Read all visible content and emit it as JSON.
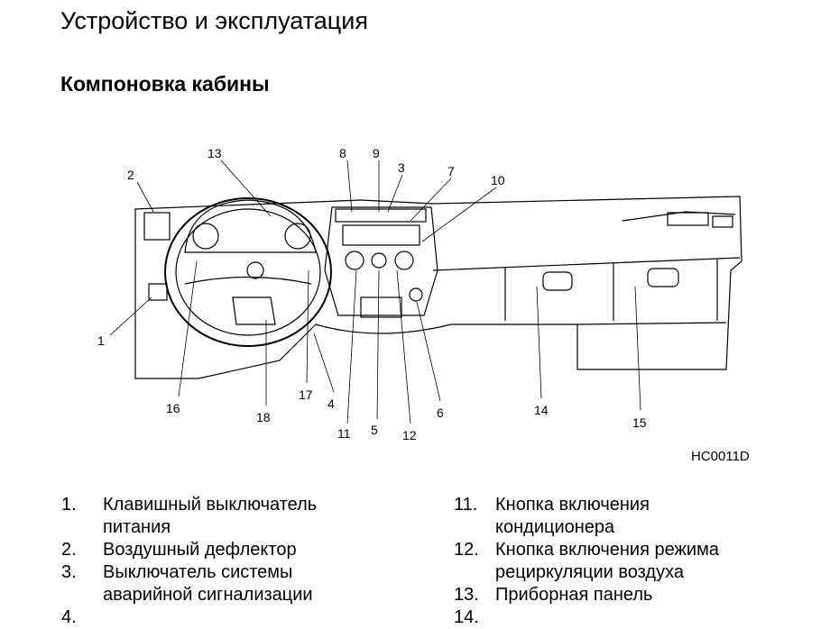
{
  "header": {
    "title": "Устройство и эксплуатация",
    "subtitle": "Компоновка кабины"
  },
  "diagram": {
    "code": "HC0011D",
    "labels": {
      "l1": "1",
      "l2": "2",
      "l3": "3",
      "l4": "4",
      "l5": "5",
      "l6": "6",
      "l7": "7",
      "l8": "8",
      "l9": "9",
      "l10": "10",
      "l11": "11",
      "l12": "12",
      "l13": "13",
      "l14": "14",
      "l15": "15",
      "l16": "16",
      "l17": "17",
      "l18": "18"
    }
  },
  "legend": {
    "left": [
      {
        "num": "1.",
        "text": "Клавишный выключатель питания"
      },
      {
        "num": "2.",
        "text": "Воздушный дефлектор"
      },
      {
        "num": "3.",
        "text": "Выключатель системы аварийной сигнализации"
      },
      {
        "num": "4.",
        "text": ""
      }
    ],
    "right": [
      {
        "num": "11.",
        "text": "Кнопка включения кондиционера"
      },
      {
        "num": "12.",
        "text": "Кнопка включения режима рециркуляции воздуха"
      },
      {
        "num": "13.",
        "text": "Приборная панель"
      },
      {
        "num": "14.",
        "text": ""
      }
    ]
  }
}
